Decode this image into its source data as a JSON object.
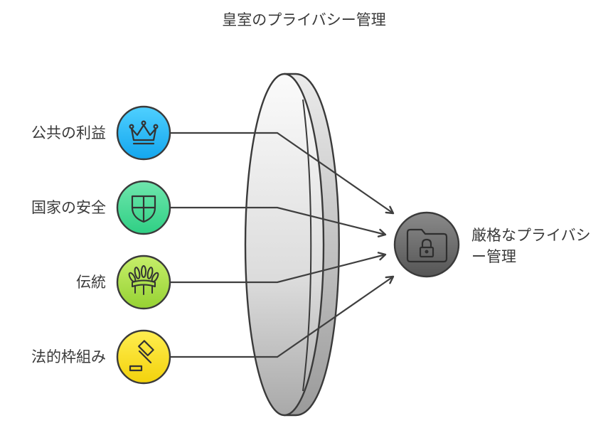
{
  "title": "皇室のプライバシー管理",
  "inputs": [
    {
      "label": "公共の利益",
      "icon": "crown-icon",
      "color_top": "#4fd0ff",
      "color_bottom": "#13a6ee"
    },
    {
      "label": "国家の安全",
      "icon": "shield-icon",
      "color_top": "#6fe6ad",
      "color_bottom": "#2fcf84"
    },
    {
      "label": "伝統",
      "icon": "headdress-icon",
      "color_top": "#c6ee6a",
      "color_bottom": "#96d233"
    },
    {
      "label": "法的枠組み",
      "icon": "gavel-icon",
      "color_top": "#ffee50",
      "color_bottom": "#f3d20c"
    }
  ],
  "filter": {
    "icon": "lens-shape"
  },
  "output": {
    "label": "厳格なプライバシー管理",
    "icon": "locked-folder-icon",
    "color": "#6b6b6b"
  }
}
